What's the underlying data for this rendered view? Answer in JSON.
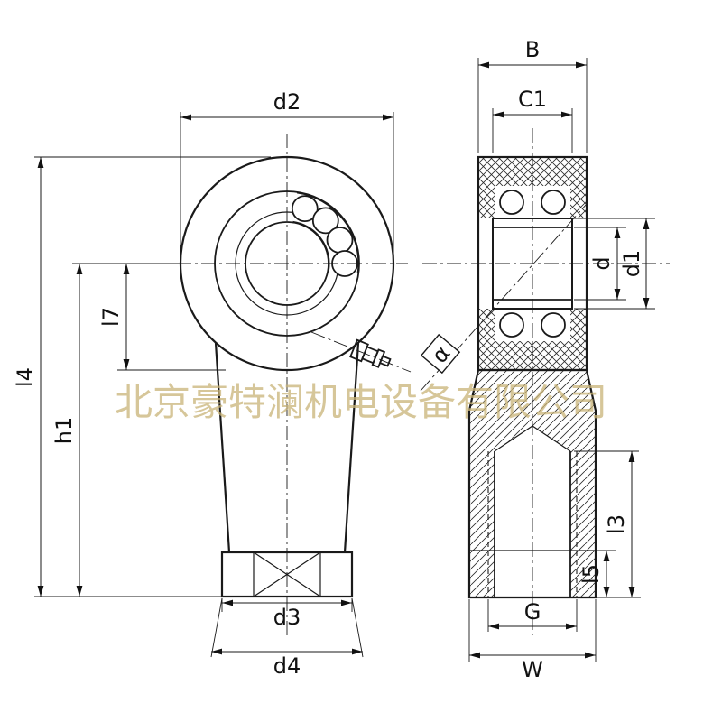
{
  "watermark": "北京豪特澜机电设备有限公司",
  "dims": {
    "d2": "d2",
    "b": "B",
    "c1": "C1",
    "d": "d",
    "d1": "d1",
    "l7": "l7",
    "l4": "l4",
    "h1": "h1",
    "alpha": "α",
    "l3": "l3",
    "l5": "l5",
    "g": "G",
    "w": "W",
    "d3": "d3",
    "d4": "d4"
  }
}
